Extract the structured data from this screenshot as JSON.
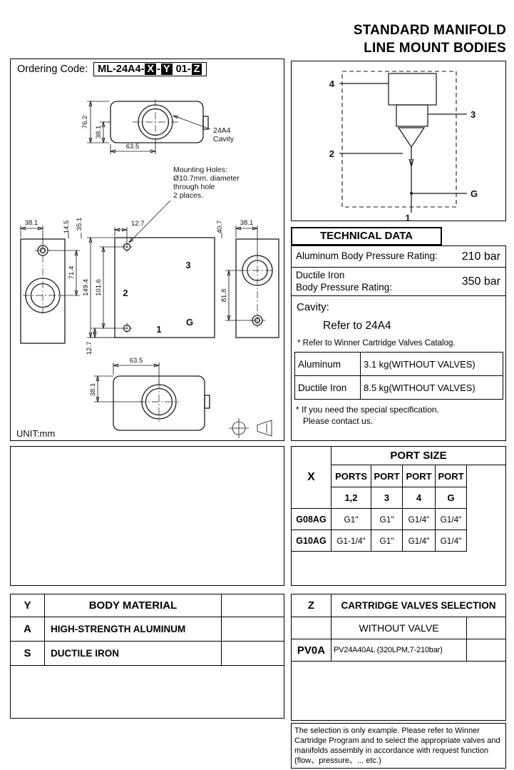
{
  "header": {
    "title_line1": "STANDARD MANIFOLD",
    "title_line2": "LINE MOUNT BODIES"
  },
  "ordering": {
    "label": "Ordering Code:",
    "prefix": "ML-24A4-",
    "x": "X",
    "dash": "-",
    "y": "Y",
    "mid": " 01-",
    "z": "Z"
  },
  "drawing": {
    "unit": "UNIT:mm",
    "cavity1": "24A4",
    "cavity2": "Cavity",
    "note1": "Mounting Holes:",
    "note2": "Ø10.7mm. diameter",
    "note3": "through hole",
    "note4": "2 places.",
    "dims": {
      "tv_h": "76.2",
      "tv_h2": "38.1",
      "tv_w": "63.5",
      "fl_w": "38.1",
      "fl_a": "14.5",
      "fl_b": "35.1",
      "fl_off": "12.7",
      "fr_a": "40.7",
      "fr_w": "38.1",
      "lv_a": "71.4",
      "lv_b": "149.4",
      "lv_c": "101.6",
      "rv_a": "81.8",
      "bo_off": "12.7",
      "bv_w": "63.5",
      "bv_h": "38.1"
    },
    "ports": {
      "p1": "1",
      "p2": "2",
      "p3": "3",
      "pg": "G"
    }
  },
  "schematic": {
    "p1": "1",
    "p2": "2",
    "p3": "3",
    "p4": "4",
    "pg": "G"
  },
  "technical": {
    "header": "TECHNICAL DATA",
    "row1_label": "Aluminum Body Pressure Rating:",
    "row1_value": "210 bar",
    "row2_label1": "Ductile Iron",
    "row2_label2": "Body Pressure Rating:",
    "row2_value": "350 bar",
    "cavity_label": "Cavity:",
    "cavity_value": "Refer to 24A4",
    "cavity_note": "* Refer to Winner Cartridge Valves Catalog.",
    "weight_rows": [
      {
        "material": "Aluminum",
        "value": "3.1  kg(WITHOUT VALVES)"
      },
      {
        "material": "Ductile Iron",
        "value": "8.5  kg(WITHOUT VALVES)"
      }
    ],
    "footnote1": "* If you need the special specification.",
    "footnote2": "Please contact us."
  },
  "port_size": {
    "x": "X",
    "title": "PORT SIZE",
    "headers": [
      "PORTS",
      "PORT",
      "PORT",
      "PORT"
    ],
    "subheaders": [
      "1,2",
      "3",
      "4",
      "G"
    ],
    "rows": [
      {
        "code": "G08AG",
        "v1": "G1\"",
        "v2": "G1\"",
        "v3": "G1/4\"",
        "v4": "G1/4\""
      },
      {
        "code": "G10AG",
        "v1": "G1-1/4\"",
        "v2": "G1\"",
        "v3": "G1/4\"",
        "v4": "G1/4\""
      }
    ]
  },
  "body_material": {
    "y": "Y",
    "title": "BODY MATERIAL",
    "rows": [
      {
        "code": "A",
        "label": "HIGH-STRENGTH ALUMINUM"
      },
      {
        "code": "S",
        "label": "DUCTILE IRON"
      }
    ]
  },
  "cartridge": {
    "z": "Z",
    "title": "CARTRIDGE VALVES SELECTION",
    "row1": "WITHOUT VALVE",
    "row2_code": "PV0A",
    "row2_label": "PV24A40AL (320LPM,7-210bar)",
    "note": "The selection is only example. Please refer to Winner Cartridge Program and to select the appropriate valves and manifolds assembly in accordance with request function (flow、pressure、... etc.)"
  }
}
